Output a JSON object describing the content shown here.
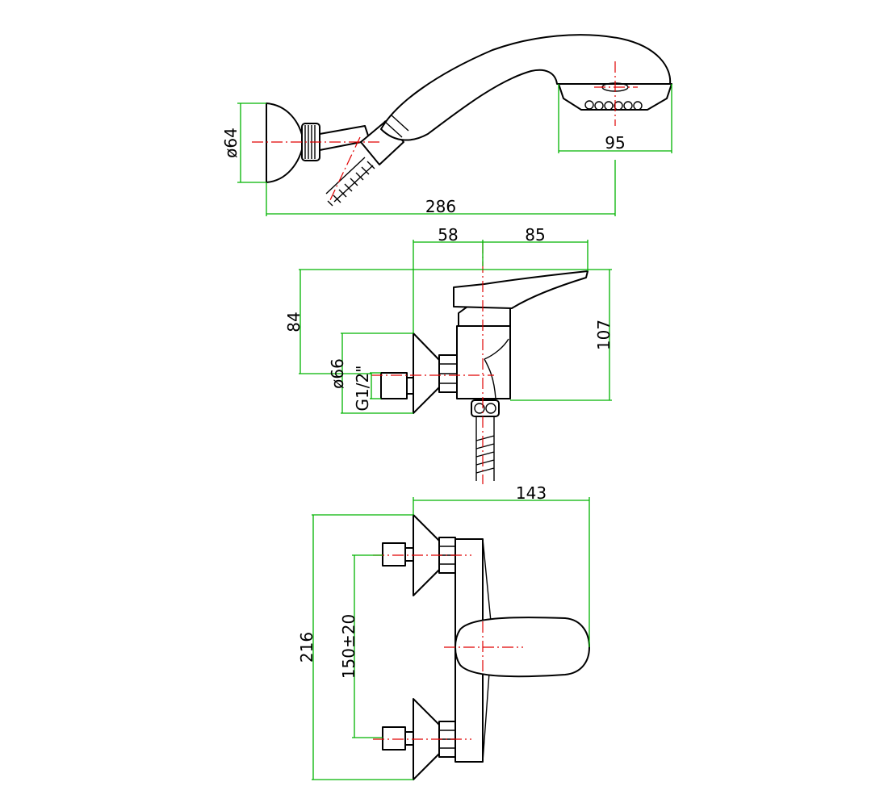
{
  "colors": {
    "outline": "#000000",
    "dimension_line": "#00b400",
    "centerline": "#e00000",
    "background": "#ffffff"
  },
  "dimensions": {
    "shower_hanger_diameter": "ø64",
    "shower_head_width": "95",
    "shower_total_length": "286",
    "side_body_to_axis": "58",
    "side_axis_to_lever": "85",
    "side_lever_height": "84",
    "side_flange_diameter": "ø66",
    "side_thread": "G1/2\"",
    "side_total_height": "107",
    "front_total_width": "143",
    "front_total_height": "216",
    "front_centre_distance": "150±20"
  }
}
